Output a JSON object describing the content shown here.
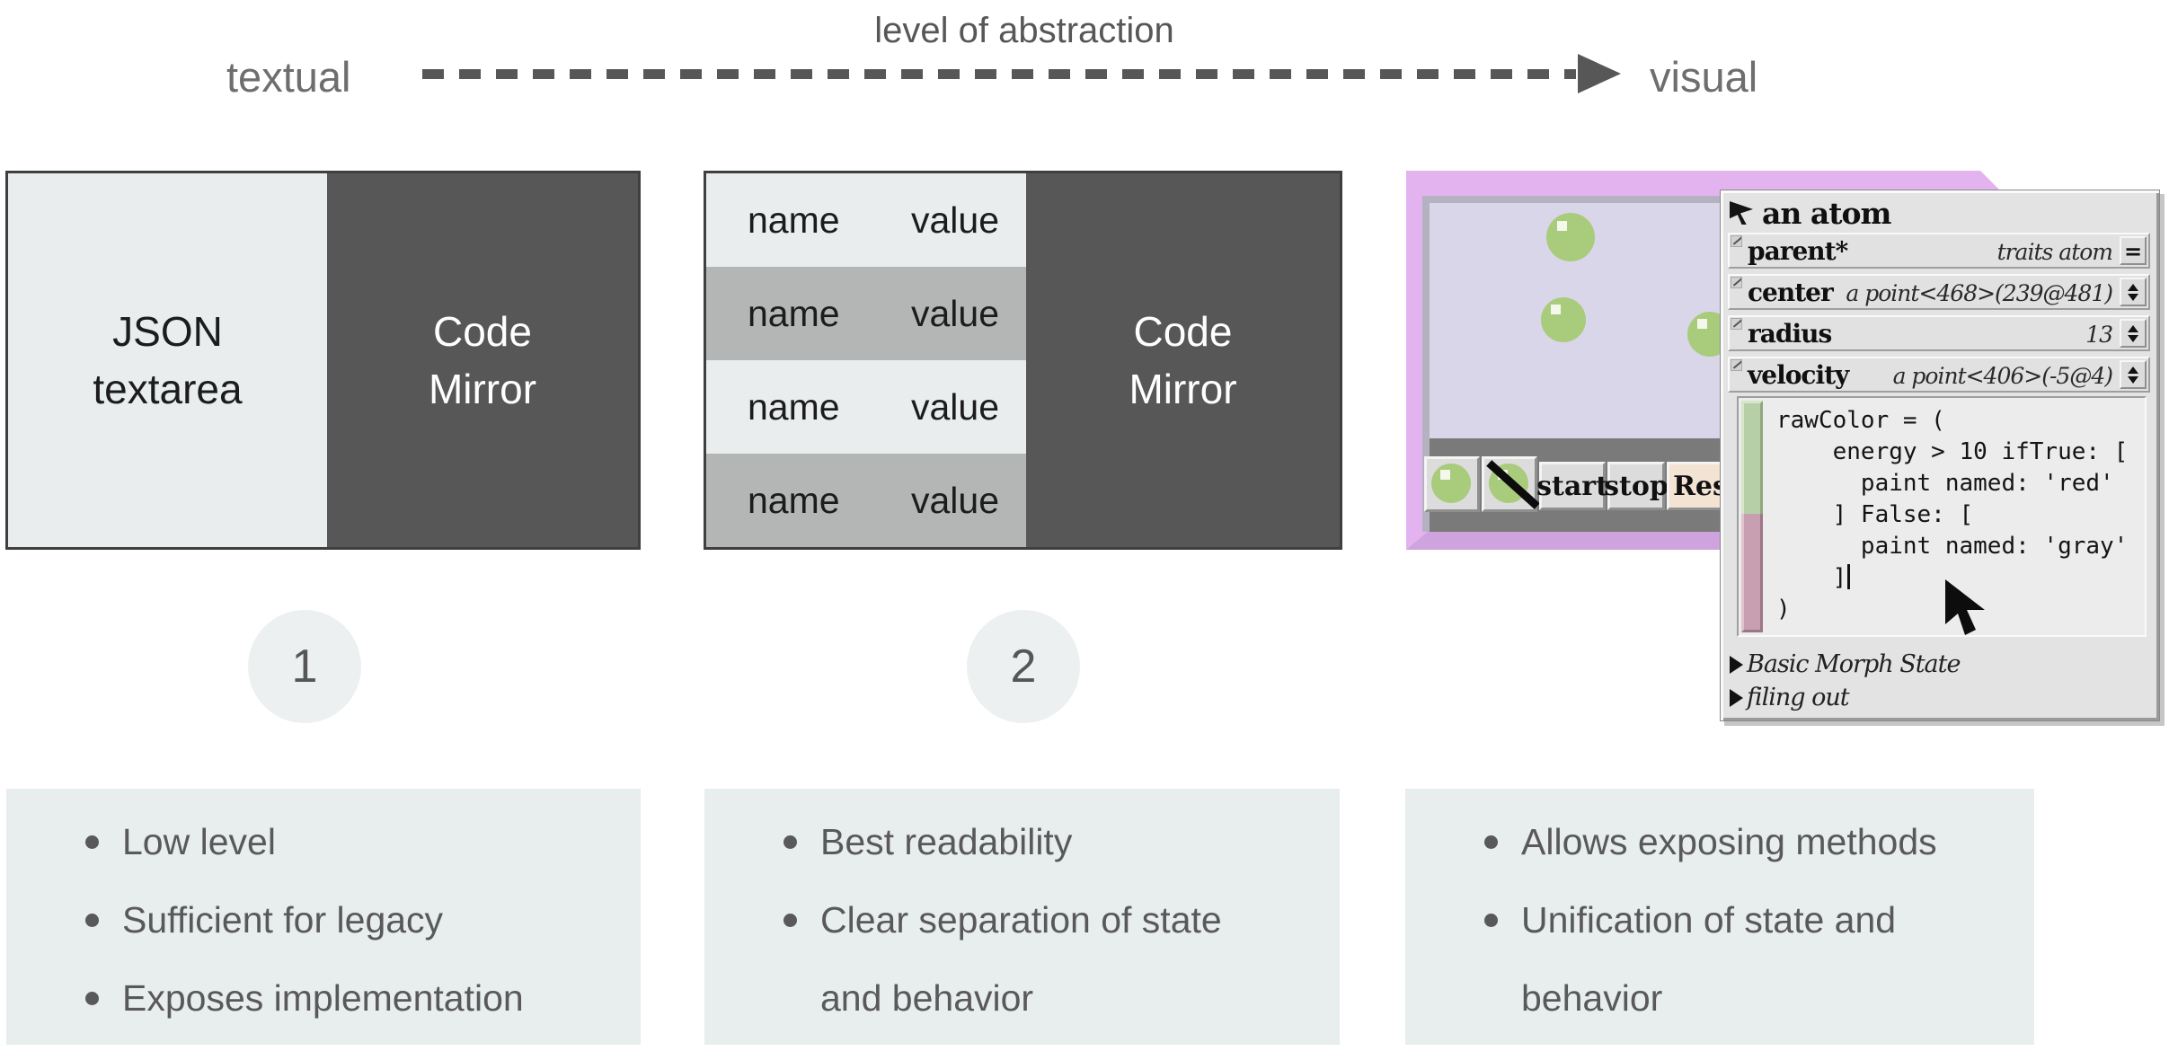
{
  "header": {
    "left_label": "textual",
    "axis_label": "level of abstraction",
    "right_label": "visual"
  },
  "colors": {
    "panel_dark": "#575757",
    "panel_light": "#e9edee",
    "table_alt_row": "#b4b6b6",
    "list_bg": "#e8edee",
    "text_gray": "#595959",
    "frame_purple": "#e3b3ef",
    "frame_purple_shadow": "#cfa3dd",
    "canvas_lavender": "#d9d6e9",
    "toolbar_gray": "#7a7a7a",
    "ball_green": "#a9cb7c",
    "scrollbar_green": "#b7cfa6",
    "scrollbar_pink": "#c79fb0",
    "resize_button_cream": "#f3e3d3"
  },
  "panel1": {
    "textarea_lines": [
      "JSON",
      "textarea"
    ],
    "editor_lines": [
      "Code",
      "Mirror"
    ]
  },
  "panel2": {
    "table_rows": [
      {
        "name": "name",
        "value": "value"
      },
      {
        "name": "name",
        "value": "value"
      },
      {
        "name": "name",
        "value": "value"
      },
      {
        "name": "name",
        "value": "value"
      }
    ],
    "editor_lines": [
      "Code",
      "Mirror"
    ]
  },
  "panel3": {
    "toolbar": {
      "buttons": [
        {
          "icon": "atom-ball-icon"
        },
        {
          "icon": "atom-ball-crossed-icon"
        },
        {
          "label": "start"
        },
        {
          "label": "stop"
        },
        {
          "label": "Resi"
        }
      ]
    },
    "inspector": {
      "title": "an atom",
      "rows": [
        {
          "label": "parent*",
          "value": "traits atom",
          "button": "assign-button",
          "button_label": "="
        },
        {
          "label": "center",
          "value": "a point<468>(239@481)",
          "button": "stepper-button"
        },
        {
          "label": "radius",
          "value": "13",
          "button": "stepper-button"
        },
        {
          "label": "velocity",
          "value": "a point<406>(-5@4)",
          "button": "stepper-button"
        }
      ],
      "code_lines": [
        "rawColor = (",
        "    energy > 10 ifTrue: [",
        "      paint named: 'red'",
        "    ] False: [",
        "      paint named: 'gray'",
        "    ]",
        ")"
      ],
      "footer_rows": [
        {
          "label": "Basic Morph State"
        },
        {
          "label": "filing out"
        }
      ]
    }
  },
  "steps": [
    {
      "number": "1"
    },
    {
      "number": "2"
    }
  ],
  "lists": [
    {
      "items": [
        {
          "lines": [
            "Low level"
          ]
        },
        {
          "lines": [
            "Sufficient for legacy"
          ]
        },
        {
          "lines": [
            "Exposes implementation"
          ]
        }
      ]
    },
    {
      "items": [
        {
          "lines": [
            "Best readability"
          ]
        },
        {
          "lines": [
            "Clear separation of state",
            "and behavior"
          ]
        }
      ]
    },
    {
      "items": [
        {
          "lines": [
            "Allows exposing methods"
          ]
        },
        {
          "lines": [
            "Unification of state and",
            "behavior"
          ]
        }
      ]
    }
  ]
}
